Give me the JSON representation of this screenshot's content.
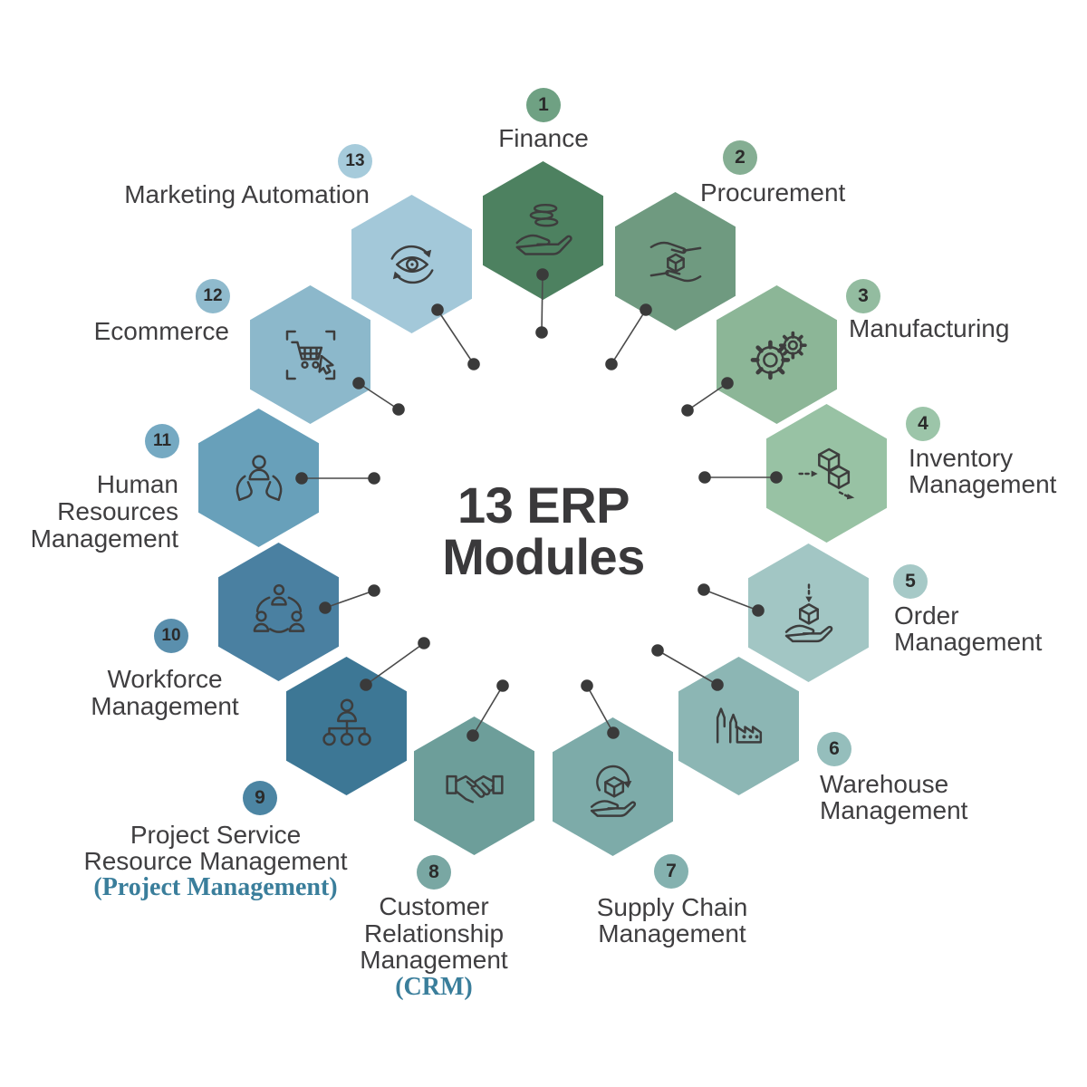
{
  "title": {
    "line1": "13 ERP",
    "line2": "Modules"
  },
  "colors": {
    "background": "#FFFFFF",
    "center_hex_fill": "#FFFFFF",
    "title_text": "#3A393B",
    "label_text": "#3F3E40",
    "number_text": "#2B2B2B",
    "accent_serif_text": "#3A7E9B",
    "connector_line": "#4A4A4A",
    "connector_dot": "#3A3A3A",
    "icon_stroke": "#3D3D3D"
  },
  "modules": [
    {
      "number": "1",
      "name": "Finance",
      "lines": [
        "Finance"
      ],
      "icon": "hand-coins-icon",
      "color": "#4D8160",
      "badge_color": "#6FA183"
    },
    {
      "number": "2",
      "name": "Procurement",
      "lines": [
        "Procurement"
      ],
      "icon": "hands-exchange-icon",
      "color": "#6F9A80",
      "badge_color": "#85AE93"
    },
    {
      "number": "3",
      "name": "Manufacturing",
      "lines": [
        "Manufacturing"
      ],
      "icon": "gears-icon",
      "color": "#8CB697",
      "badge_color": "#93BCA0"
    },
    {
      "number": "4",
      "name": "Inventory Management",
      "lines": [
        "Inventory",
        "Management"
      ],
      "icon": "cubes-flow-icon",
      "color": "#98C2A4",
      "badge_color": "#9CC5A9"
    },
    {
      "number": "5",
      "name": "Order Management",
      "lines": [
        "Order",
        "Management"
      ],
      "icon": "hand-package-icon",
      "color": "#A2C6C4",
      "badge_color": "#A6C9C7"
    },
    {
      "number": "6",
      "name": "Warehouse Management",
      "lines": [
        "Warehouse",
        "Management"
      ],
      "icon": "factory-icon",
      "color": "#8CB6B4",
      "badge_color": "#95BEBC"
    },
    {
      "number": "7",
      "name": "Supply Chain Management",
      "lines": [
        "Supply Chain",
        "Management"
      ],
      "icon": "cycle-box-hand-icon",
      "color": "#7DABA9",
      "badge_color": "#84B1AF"
    },
    {
      "number": "8",
      "name": "Customer Relationship Management",
      "lines": [
        "Customer",
        "Relationship",
        "Management"
      ],
      "sub": "(CRM)",
      "icon": "handshake-icon",
      "color": "#6D9E9A",
      "badge_color": "#79A7A3"
    },
    {
      "number": "9",
      "name": "Project Service Resource Management",
      "lines": [
        "Project Service",
        "Resource Management"
      ],
      "sub": "(Project Management)",
      "icon": "org-chart-icon",
      "color": "#3D7795",
      "badge_color": "#4C85A3"
    },
    {
      "number": "10",
      "name": "Workforce Management",
      "lines": [
        "Workforce",
        "Management"
      ],
      "icon": "team-network-icon",
      "color": "#4A80A1",
      "badge_color": "#5A8FAD"
    },
    {
      "number": "11",
      "name": "Human Resources Management",
      "lines": [
        "Human",
        "Resources",
        "Management"
      ],
      "icon": "hands-person-icon",
      "color": "#68A0BA",
      "badge_color": "#75A9C2"
    },
    {
      "number": "12",
      "name": "Ecommerce",
      "lines": [
        "Ecommerce"
      ],
      "icon": "cart-cursor-icon",
      "color": "#8CB8CB",
      "badge_color": "#8FBACD"
    },
    {
      "number": "13",
      "name": "Marketing Automation",
      "lines": [
        "Marketing Automation"
      ],
      "icon": "eye-cycle-icon",
      "color": "#A3C8D9",
      "badge_color": "#A6CBDB"
    }
  ]
}
